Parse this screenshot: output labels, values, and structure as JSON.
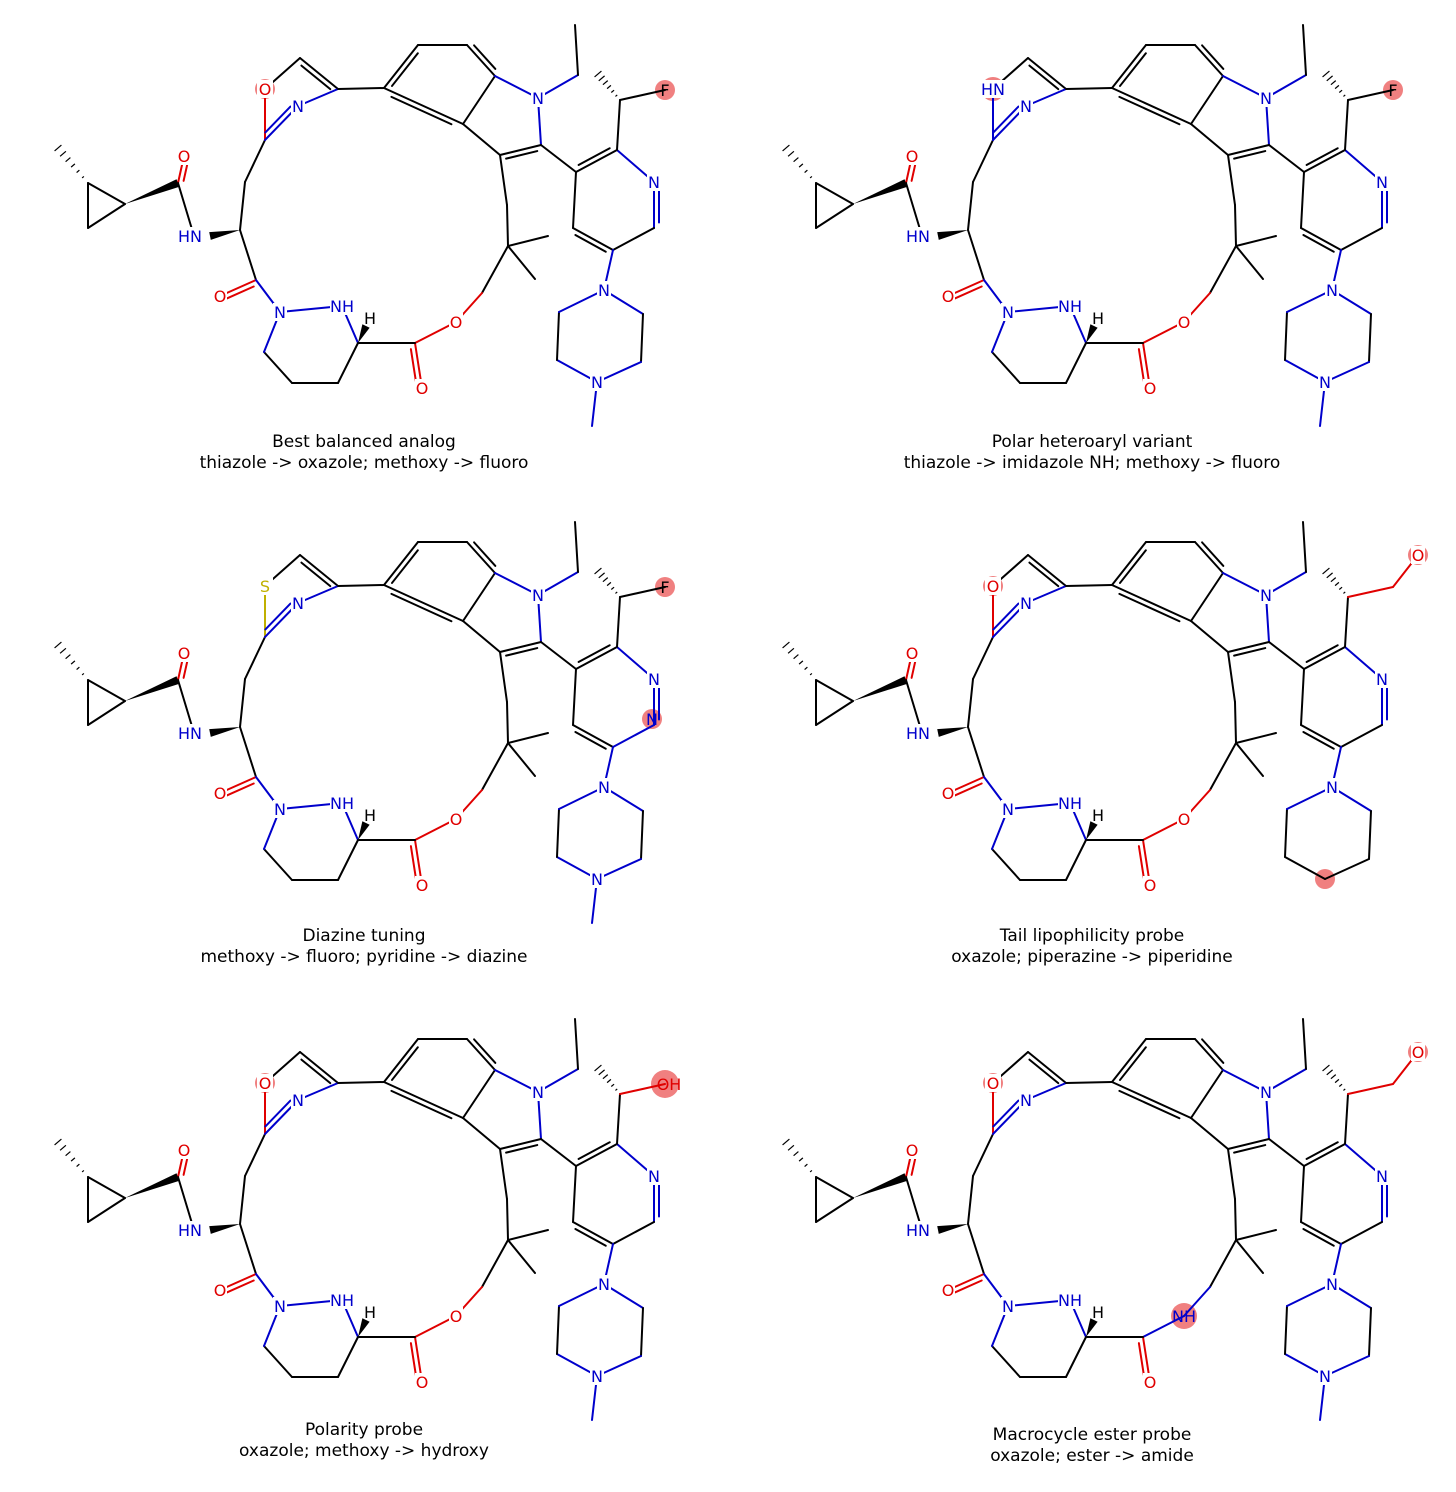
{
  "colors": {
    "bond": "#000000",
    "nitrogen": "#0000cc",
    "oxygen": "#e00000",
    "sulfur": "#c0b000",
    "fluorine": "#000000",
    "highlight": "#f08080"
  },
  "panels": [
    {
      "title": "Best balanced analog",
      "subtitle": "thiazole -> oxazole; methoxy -> fluoro",
      "ring_atom": "O",
      "ring_atom_color": "oxygen",
      "ring_highlight": true,
      "six_ring": "pyridine",
      "side": "F",
      "side_color": "fluorine",
      "side_methyl": false,
      "tail": "piperazine",
      "tail_highlight": false,
      "linker": "O",
      "linker_color": "oxygen",
      "linker_highlight": false
    },
    {
      "title": "Polar heteroaryl variant",
      "subtitle": "thiazole -> imidazole NH; methoxy -> fluoro",
      "ring_atom": "HN",
      "ring_atom_color": "nitrogen",
      "ring_highlight": true,
      "six_ring": "pyridine",
      "side": "F",
      "side_color": "fluorine",
      "side_methyl": false,
      "tail": "piperazine",
      "tail_highlight": false,
      "linker": "O",
      "linker_color": "oxygen",
      "linker_highlight": false
    },
    {
      "title": "Diazine tuning",
      "subtitle": "methoxy -> fluoro; pyridine -> diazine",
      "ring_atom": "S",
      "ring_atom_color": "sulfur",
      "ring_highlight": false,
      "six_ring": "diazine",
      "side": "F",
      "side_color": "fluorine",
      "side_methyl": false,
      "tail": "piperazine",
      "tail_highlight": false,
      "linker": "O",
      "linker_color": "oxygen",
      "linker_highlight": false
    },
    {
      "title": "Tail lipophilicity probe",
      "subtitle": "oxazole; piperazine -> piperidine",
      "ring_atom": "O",
      "ring_atom_color": "oxygen",
      "ring_highlight": true,
      "six_ring": "pyridine",
      "side": "O",
      "side_color": "oxygen",
      "side_methyl": true,
      "tail": "piperidine",
      "tail_highlight": true,
      "linker": "O",
      "linker_color": "oxygen",
      "linker_highlight": false
    },
    {
      "title": "Polarity probe",
      "subtitle": "oxazole; methoxy -> hydroxy",
      "ring_atom": "O",
      "ring_atom_color": "oxygen",
      "ring_highlight": true,
      "six_ring": "pyridine",
      "side": "OH",
      "side_color": "oxygen",
      "side_methyl": false,
      "tail": "piperazine",
      "tail_highlight": false,
      "linker": "O",
      "linker_color": "oxygen",
      "linker_highlight": false
    },
    {
      "title": "Macrocycle ester probe",
      "subtitle": "oxazole; ester -> amide",
      "ring_atom": "O",
      "ring_atom_color": "oxygen",
      "ring_highlight": true,
      "six_ring": "pyridine",
      "side": "O",
      "side_color": "oxygen",
      "side_methyl": true,
      "tail": "piperazine",
      "tail_highlight": false,
      "linker": "NH",
      "linker_color": "nitrogen",
      "linker_highlight": true
    }
  ],
  "labels": {
    "ring_n": "N",
    "ring_n2": "N",
    "amide_o": "O",
    "nh_amide": "HN",
    "ketone_o": "O",
    "hydrazine_n": "N",
    "hydrazine_nh": "NH",
    "stereo_h": "H",
    "ester_o": "O",
    "indole_n": "N",
    "pyridine_n": "N",
    "tail_n_top": "N",
    "tail_n_bottom": "N"
  }
}
